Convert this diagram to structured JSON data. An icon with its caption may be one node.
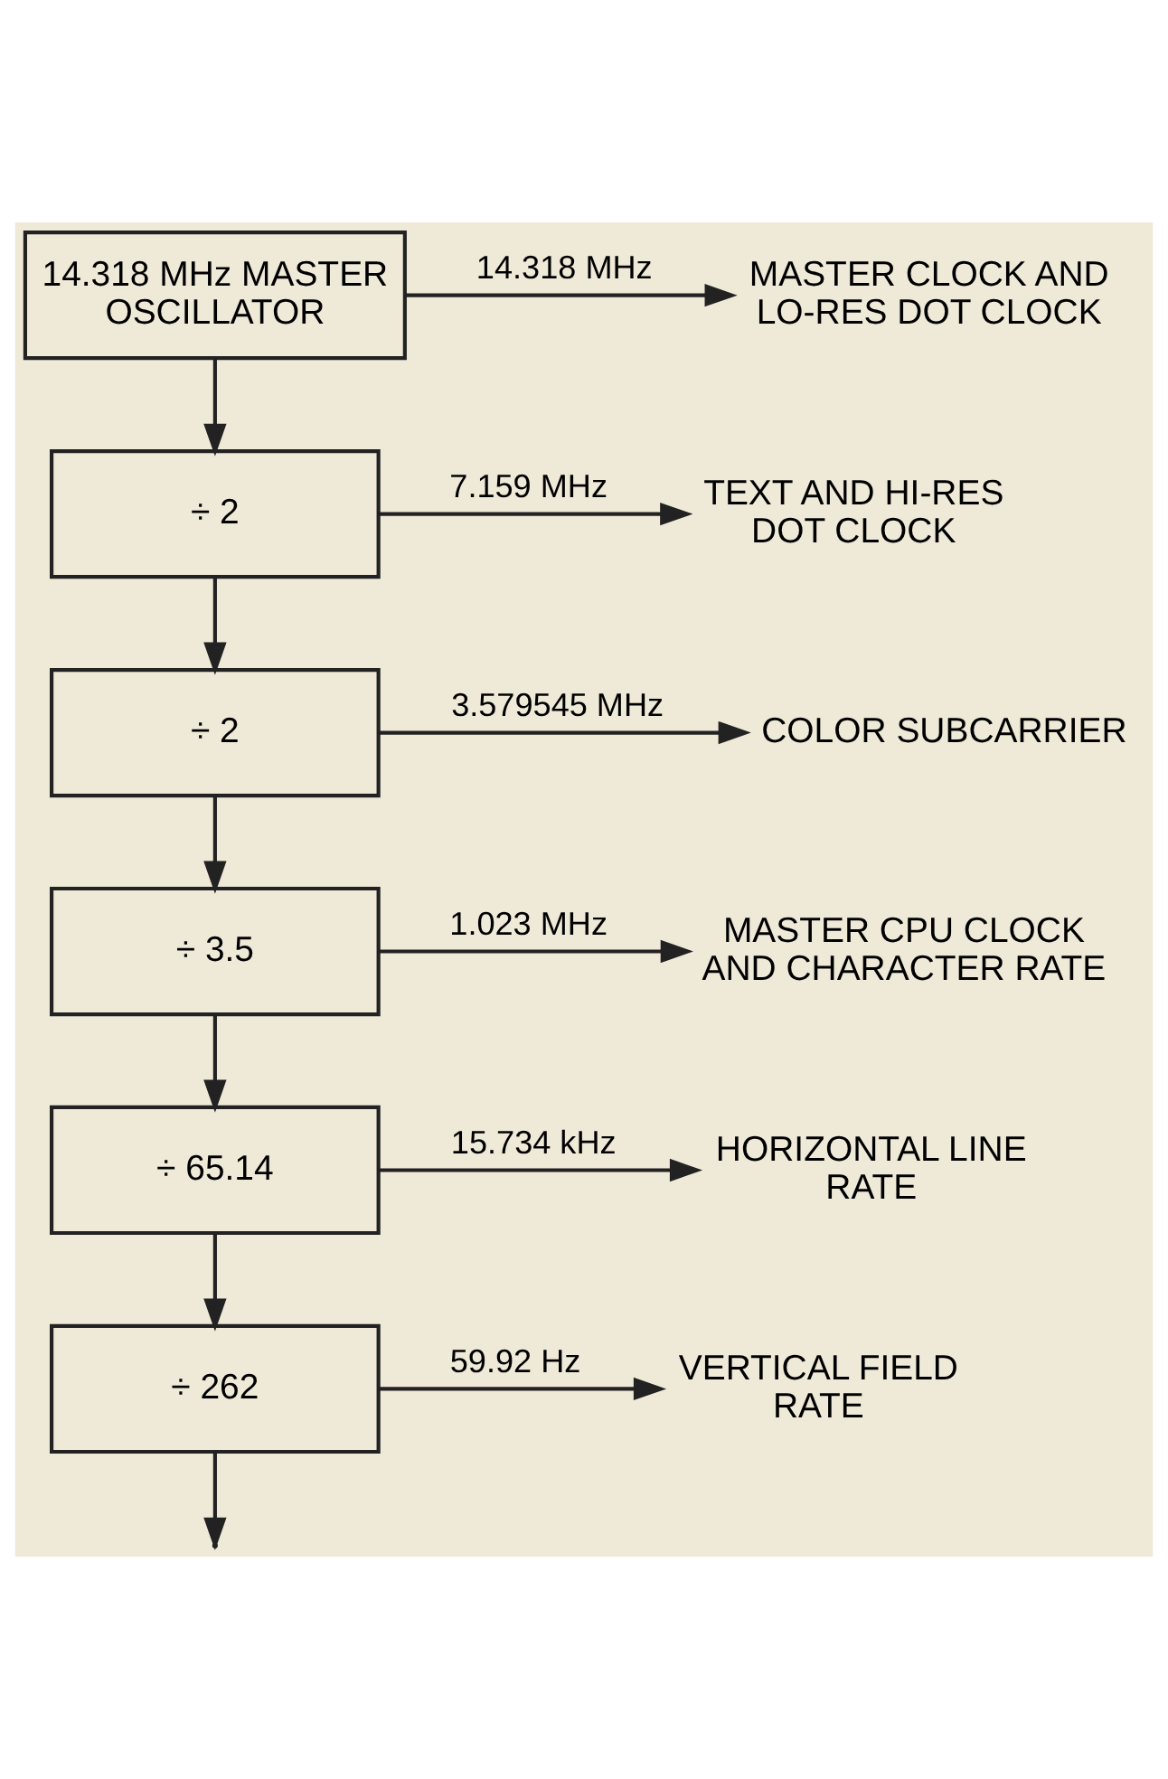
{
  "diagram": {
    "nodes": [
      {
        "text": [
          "14.318 MHz MASTER OSCILLATOR"
        ]
      },
      {
        "text": [
          "MASTER CLOCK AND LO-RES DOT CLOCK"
        ]
      },
      {
        "text": [
          "÷ 2"
        ]
      },
      {
        "text": [
          "TEXT AND HI-RES DOT CLOCK"
        ]
      },
      {
        "text": [
          "÷ 2"
        ]
      },
      {
        "text": [
          "COLOR SUBCARRIER"
        ]
      },
      {
        "text": [
          "÷ 3.5"
        ]
      },
      {
        "text": [
          "MASTER CPU CLOCK AND CHARACTER RATE"
        ]
      },
      {
        "text": [
          "÷ 65.14"
        ]
      },
      {
        "text": [
          "HORIZONTAL LINE RATE"
        ]
      },
      {
        "text": [
          "÷ 262"
        ]
      },
      {
        "text": [
          "VERTICAL FIELD RATE"
        ]
      }
    ],
    "edges": [
      {
        "from": 0,
        "to": 2,
        "arrow": "to"
      },
      {
        "from": 0,
        "to": 1,
        "arrow": "to",
        "label": "14.318 MHz"
      },
      {
        "from": 2,
        "to": 4,
        "arrow": "to"
      },
      {
        "from": 2,
        "to": 3,
        "arrow": "to",
        "label": "7.159 MHz"
      },
      {
        "from": 4,
        "to": 6,
        "arrow": "to"
      },
      {
        "from": 4,
        "to": 5,
        "arrow": "to",
        "label": "3.579545 MHz"
      },
      {
        "from": 6,
        "to": 8,
        "arrow": "to"
      },
      {
        "from": 6,
        "to": 7,
        "arrow": "to",
        "label": "1.023 MHz"
      },
      {
        "from": 8,
        "to": 10,
        "arrow": "to"
      },
      {
        "from": 8,
        "to": 9,
        "arrow": "to",
        "label": "15.734 kHz"
      },
      {
        "from": 10,
        "to": null,
        "arrow": "to"
      },
      {
        "from": 10,
        "to": 11,
        "arrow": "to",
        "label": "59.92 Hz"
      }
    ]
  }
}
